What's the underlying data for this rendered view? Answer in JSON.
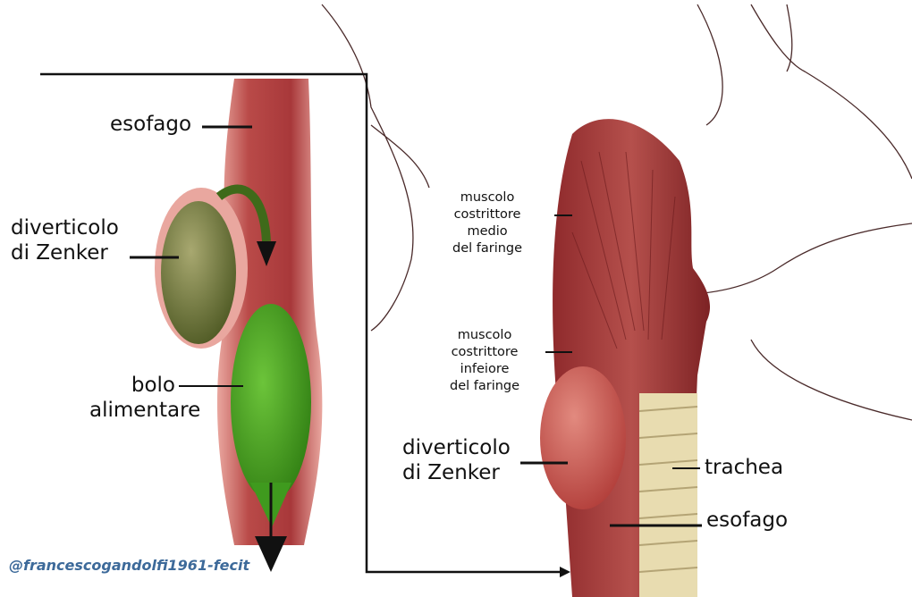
{
  "left_panel": {
    "esofago": "esofago",
    "diverticolo": [
      "diverticolo",
      "di Zenker"
    ],
    "bolo": [
      "bolo",
      "alimentare"
    ]
  },
  "right_panel": {
    "muscolo_medio": [
      "muscolo",
      "costrittore",
      "medio",
      "del faringe"
    ],
    "muscolo_inferiore": [
      "muscolo",
      "costrittore",
      "infeiore",
      "del faringe"
    ],
    "diverticolo": [
      "diverticolo",
      "di Zenker"
    ],
    "trachea": "trachea",
    "esofago": "esofago"
  },
  "watermark": "@francescogandolfi1961-fecit",
  "colors": {
    "muscle": "#a8383a",
    "bolus": "#3f9a1e",
    "diverticulum_left": "#6f7a3a",
    "watermark": "#3d6a9a"
  }
}
